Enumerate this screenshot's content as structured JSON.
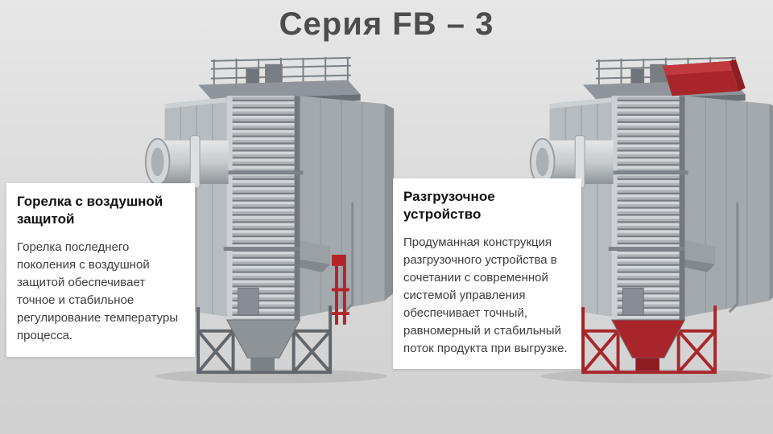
{
  "title": "Серия FB – 3",
  "cards": {
    "left": {
      "heading": "Горелка с воздушной защитой",
      "body": "Горелка последнего поколения с воздушной защитой обеспечивает точное и стабильное регулирование температуры процесса."
    },
    "right": {
      "heading": "Разгрузочное устройство",
      "body": "Продуманная конструкция разгрузочного устройства в сочетании с современной системой управления обеспечивает точный, равномерный и стабильный поток продукта при выгрузке."
    }
  },
  "colors": {
    "background": "#dadada",
    "card_background": "#ffffff",
    "title": "#4d4d4d",
    "accent_red": "#b2242a",
    "machine_gray": "#a4a9ad"
  }
}
